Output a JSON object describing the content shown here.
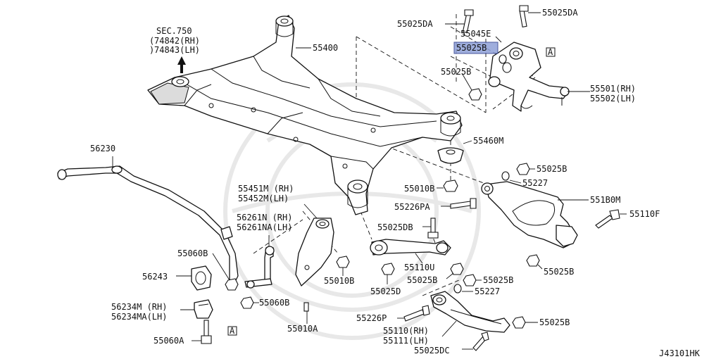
{
  "diagram_id": "J43101HK",
  "section_ref": {
    "title": "SEC.750",
    "rh": "74842(RH)",
    "lh": "74843(LH)",
    "paren_open": "(",
    "paren_close": ")"
  },
  "labels": {
    "l55400": "55400",
    "l56230": "56230",
    "l55451": "55451M (RH)",
    "l55452": "55452M(LH)",
    "l56261n": "56261N (RH)",
    "l56261na": "56261NA(LH)",
    "l55060b_a": "55060B",
    "l56243": "56243",
    "l55060b_b": "55060B",
    "l56234m": "56234M  (RH)",
    "l56234ma": "56234MA(LH)",
    "l55060a": "55060A",
    "l55010a": "55010A",
    "l55010b_a": "55010B",
    "l55025d": "55025D",
    "l55025db": "55025DB",
    "l55110u": "55110U",
    "l55226pa": "55226PA",
    "l55010b_b": "55010B",
    "l55460m": "55460M",
    "l55025da_a": "55025DA",
    "l55025da_b": "55025DA",
    "l55045e": "55045E",
    "l55025b_hl": "55025B",
    "l55025b_1": "55025B",
    "l55501": "55501(RH)",
    "l55502": "55502(LH)",
    "l55025b_2": "55025B",
    "l55227_a": "55227",
    "l551b0m": "551B0M",
    "l55110f": "55110F",
    "l55025b_3": "55025B",
    "l55025b_4": "55025B",
    "l55227_b": "55227",
    "l55226p": "55226P",
    "l55025b_5": "55025B",
    "l55110": "55110(RH)",
    "l55111": "55111(LH)",
    "l55025dc": "55025DC",
    "ref_a_top": "A",
    "ref_a_bottom": "A"
  },
  "colors": {
    "line": "#111111",
    "highlight": "#8fa0d8",
    "watermark": "#e8e8e8"
  }
}
